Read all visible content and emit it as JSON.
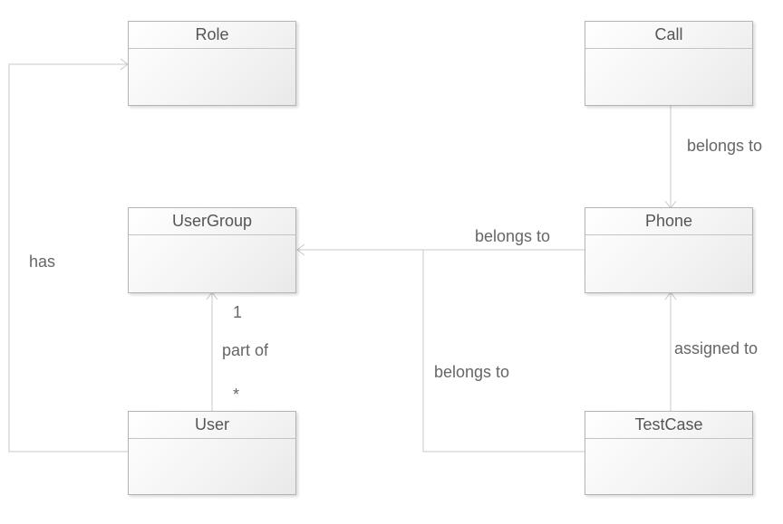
{
  "classes": {
    "role": "Role",
    "call": "Call",
    "usergroup": "UserGroup",
    "phone": "Phone",
    "user": "User",
    "testcase": "TestCase"
  },
  "relations": {
    "user_role": "has",
    "call_phone": "belongs to",
    "phone_usergroup": "belongs to",
    "testcase_usergroup": "belongs to",
    "user_usergroup": "part of",
    "user_usergroup_mult_group": "1",
    "user_usergroup_mult_user": "*",
    "testcase_phone": "assigned to"
  },
  "colors": {
    "line": "#c8c8c8",
    "border": "#b4b4b4",
    "text": "#555555"
  }
}
